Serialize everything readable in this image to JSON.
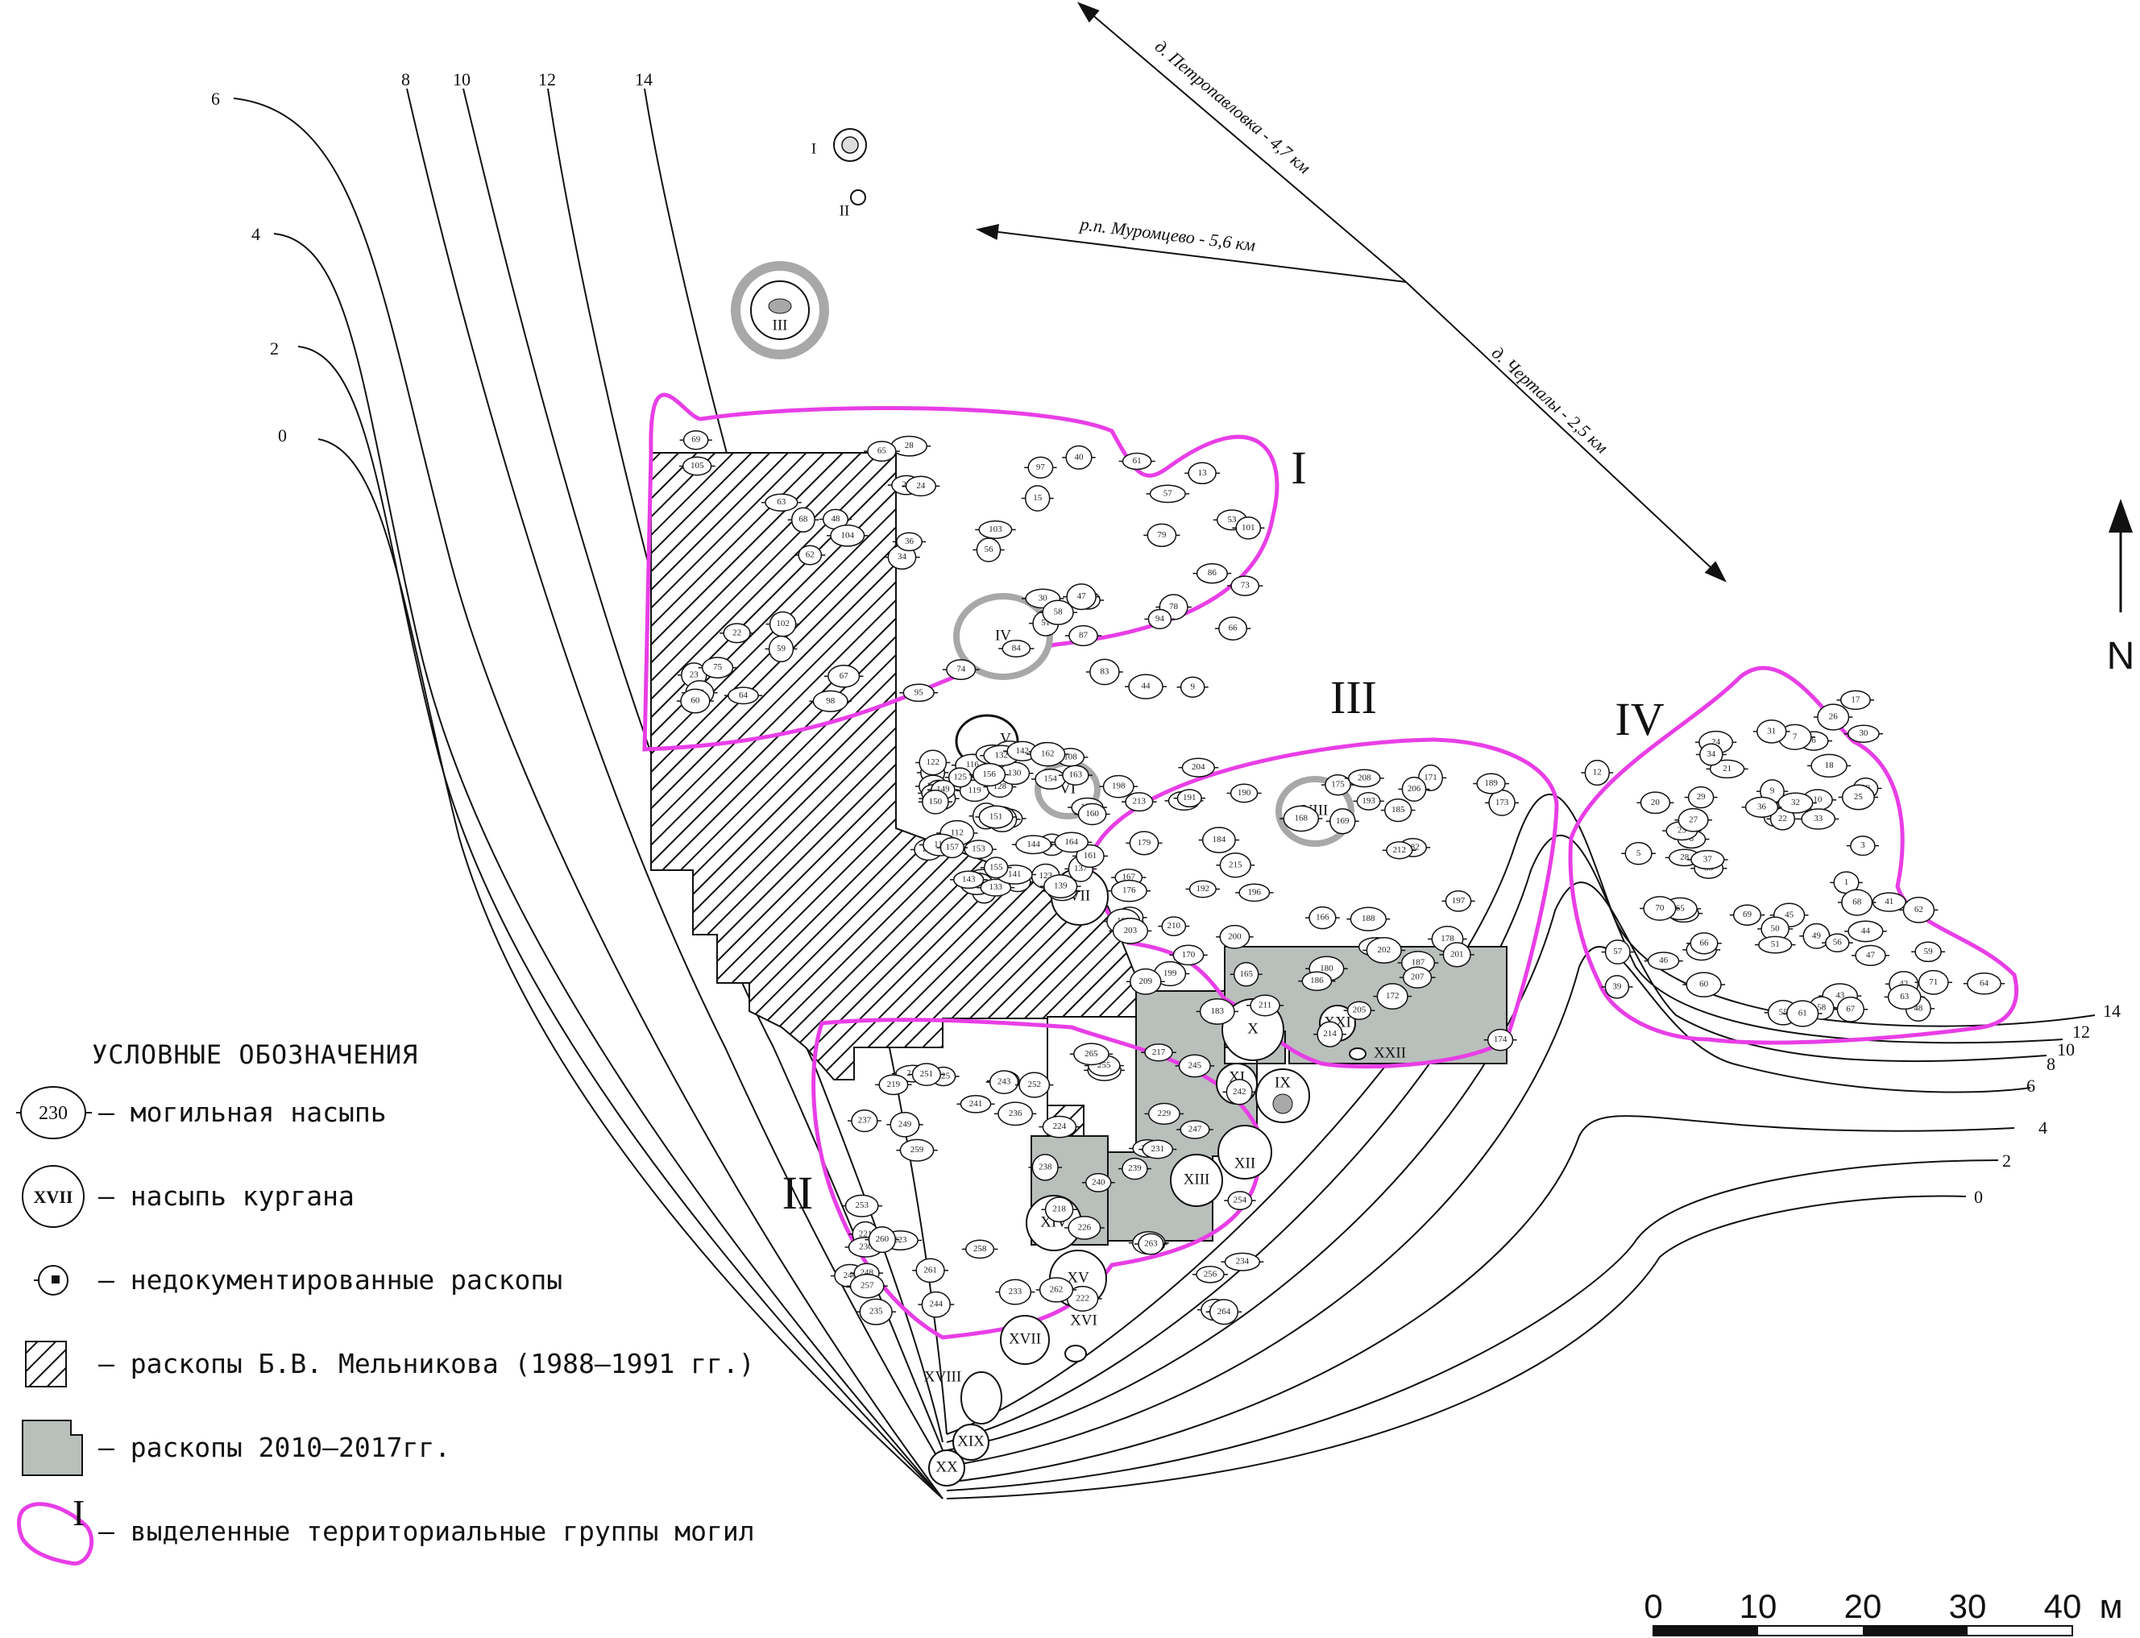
{
  "contours": {
    "left_labels": [
      "6",
      "4",
      "2",
      "0"
    ],
    "top_labels": [
      "8",
      "10",
      "12",
      "14"
    ],
    "right_labels": [
      "14",
      "12",
      "10",
      "8",
      "6",
      "4",
      "2",
      "0"
    ]
  },
  "directions": [
    {
      "text": "д. Петропавловка - 4,7 км"
    },
    {
      "text": "р.п. Муромцево - 5,6 км"
    },
    {
      "text": "д. Черталы - 2,5 км"
    }
  ],
  "north": {
    "label": "N"
  },
  "groups": [
    {
      "label": "I",
      "color": "#e83ee6"
    },
    {
      "label": "II",
      "color": "#e83ee6"
    },
    {
      "label": "III",
      "color": "#e83ee6"
    },
    {
      "label": "IV",
      "color": "#e83ee6"
    }
  ],
  "kurgans": [
    "I",
    "II",
    "III",
    "IV",
    "V",
    "VI",
    "VII",
    "VIII",
    "IX",
    "X",
    "XI",
    "XII",
    "XIII",
    "XIV",
    "XV",
    "XVI",
    "XVII",
    "XVIII",
    "XIX",
    "XX",
    "XXI",
    "XXII"
  ],
  "mounds": [
    "9",
    "13",
    "15",
    "20",
    "22",
    "23",
    "24",
    "27",
    "28",
    "30",
    "34",
    "36",
    "40",
    "44",
    "47",
    "48",
    "51",
    "53",
    "54",
    "56",
    "57",
    "58",
    "59",
    "60",
    "61",
    "62",
    "63",
    "64",
    "65",
    "66",
    "67",
    "68",
    "69",
    "73",
    "74",
    "75",
    "78",
    "79",
    "83",
    "84",
    "86",
    "87",
    "94",
    "95",
    "97",
    "98",
    "101",
    "102",
    "103",
    "104",
    "105",
    "106",
    "107",
    "108",
    "109",
    "110",
    "111",
    "112",
    "113",
    "114",
    "115",
    "116",
    "117",
    "118",
    "119",
    "120",
    "121",
    "122",
    "123",
    "124",
    "125",
    "126",
    "127",
    "128",
    "130",
    "132",
    "133",
    "134",
    "137",
    "139",
    "141",
    "142",
    "143",
    "144",
    "145",
    "146",
    "147",
    "149",
    "150",
    "151",
    "153",
    "154",
    "155",
    "156",
    "157",
    "158",
    "159",
    "160",
    "161",
    "162",
    "163",
    "164",
    "165",
    "166",
    "167",
    "168",
    "169",
    "170",
    "171",
    "172",
    "173",
    "174",
    "175",
    "176",
    "177",
    "178",
    "179",
    "180",
    "181",
    "182",
    "183",
    "184",
    "185",
    "186",
    "187",
    "188",
    "189",
    "190",
    "191",
    "192",
    "193",
    "194",
    "195",
    "196",
    "197",
    "198",
    "199",
    "200",
    "201",
    "202",
    "203",
    "204",
    "205",
    "206",
    "207",
    "208",
    "209",
    "210",
    "211",
    "212",
    "213",
    "214",
    "215",
    "216",
    "217",
    "218",
    "219",
    "220",
    "221",
    "222",
    "223",
    "224",
    "225",
    "226",
    "227",
    "228",
    "229",
    "230",
    "231",
    "232",
    "233",
    "234",
    "235",
    "236",
    "237",
    "238",
    "239",
    "240",
    "241",
    "242",
    "243",
    "244",
    "245",
    "246",
    "247",
    "248",
    "249",
    "250",
    "251",
    "252",
    "253",
    "254",
    "255",
    "256",
    "257",
    "258",
    "259",
    "260",
    "261",
    "262",
    "263",
    "264",
    "265"
  ],
  "mounds_iv": [
    "1",
    "2",
    "3",
    "5",
    "6",
    "7",
    "8",
    "9",
    "10",
    "12",
    "17",
    "18",
    "19",
    "20",
    "21",
    "22",
    "23",
    "24",
    "25",
    "26",
    "27",
    "28",
    "29",
    "30",
    "31",
    "32",
    "33",
    "34",
    "35",
    "36",
    "37",
    "38",
    "39",
    "40",
    "41",
    "42",
    "43",
    "44",
    "45",
    "46",
    "47",
    "48",
    "49",
    "50",
    "51",
    "55",
    "56",
    "57",
    "58",
    "59",
    "60",
    "61",
    "62",
    "63",
    "64",
    "65",
    "66",
    "67",
    "68",
    "69",
    "70",
    "71"
  ],
  "scale": {
    "ticks": [
      "0",
      "10",
      "20",
      "30",
      "40"
    ],
    "unit": "м"
  },
  "legend": {
    "title": "УСЛОВНЫЕ ОБОЗНАЧЕНИЯ",
    "sample_mound": "230",
    "sample_kurgan": "XVII",
    "sample_group": "I",
    "items": [
      {
        "text": "– могильная насыпь"
      },
      {
        "text": "– насыпь кургана"
      },
      {
        "text": "– недокументированные раскопы"
      },
      {
        "text": "– раскопы Б.В. Мельникова (1988–1991 гг.)"
      },
      {
        "text": "– раскопы 2010–2017гг."
      },
      {
        "text": "– выделенные территориальные группы могил"
      }
    ]
  },
  "colors": {
    "contour": "#111111",
    "group_outline": "#e83ee6",
    "excavation_2010": "#b9bfbb",
    "mound_fill": "#ffffff",
    "kurgan_ring": "#a8a8a8"
  }
}
